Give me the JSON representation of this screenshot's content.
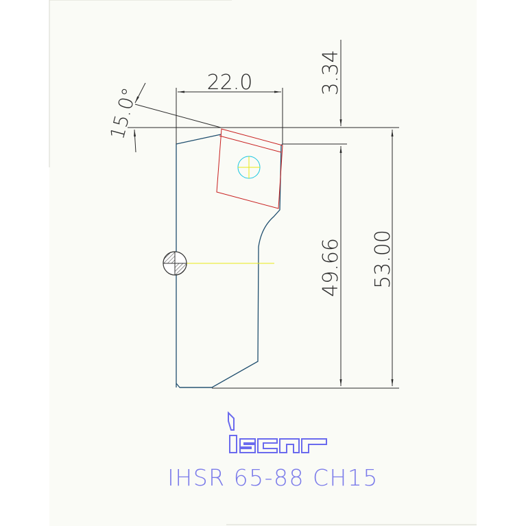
{
  "drawing": {
    "dimensions": {
      "width_top": "22.0",
      "angle": "15.0°",
      "offset_top": "3.34",
      "height_inner": "49.66",
      "height_total": "53.00"
    },
    "brand": {
      "logo_text": "iscar",
      "color": "#6a6aee"
    },
    "part_number": "IHSR 65-88 CH15",
    "colors": {
      "background": "#fafbf6",
      "outline": "#1f4e6e",
      "dimension": "#2a2a2a",
      "insert": "#c81e1e",
      "center_mark": "#17c6e0",
      "center_cross": "#e8e817",
      "part_number": "#7b7bea"
    }
  }
}
